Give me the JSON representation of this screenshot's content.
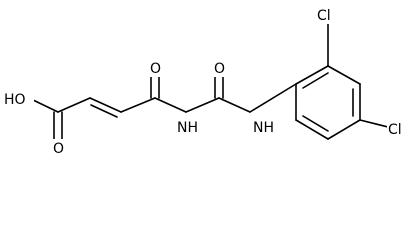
{
  "molecule": {
    "atoms": {
      "cl_top": "Cl",
      "cl_right": "Cl",
      "o_acid_oh": "HO",
      "o_acid_carbonyl": "O",
      "o_amide_carbonyl": "O",
      "nh_imide": "NH",
      "o_urea_carbonyl": "O",
      "nh_urea": "NH"
    }
  },
  "colors": {
    "bond": "#000000",
    "label": "#000000",
    "background": "#ffffff"
  }
}
